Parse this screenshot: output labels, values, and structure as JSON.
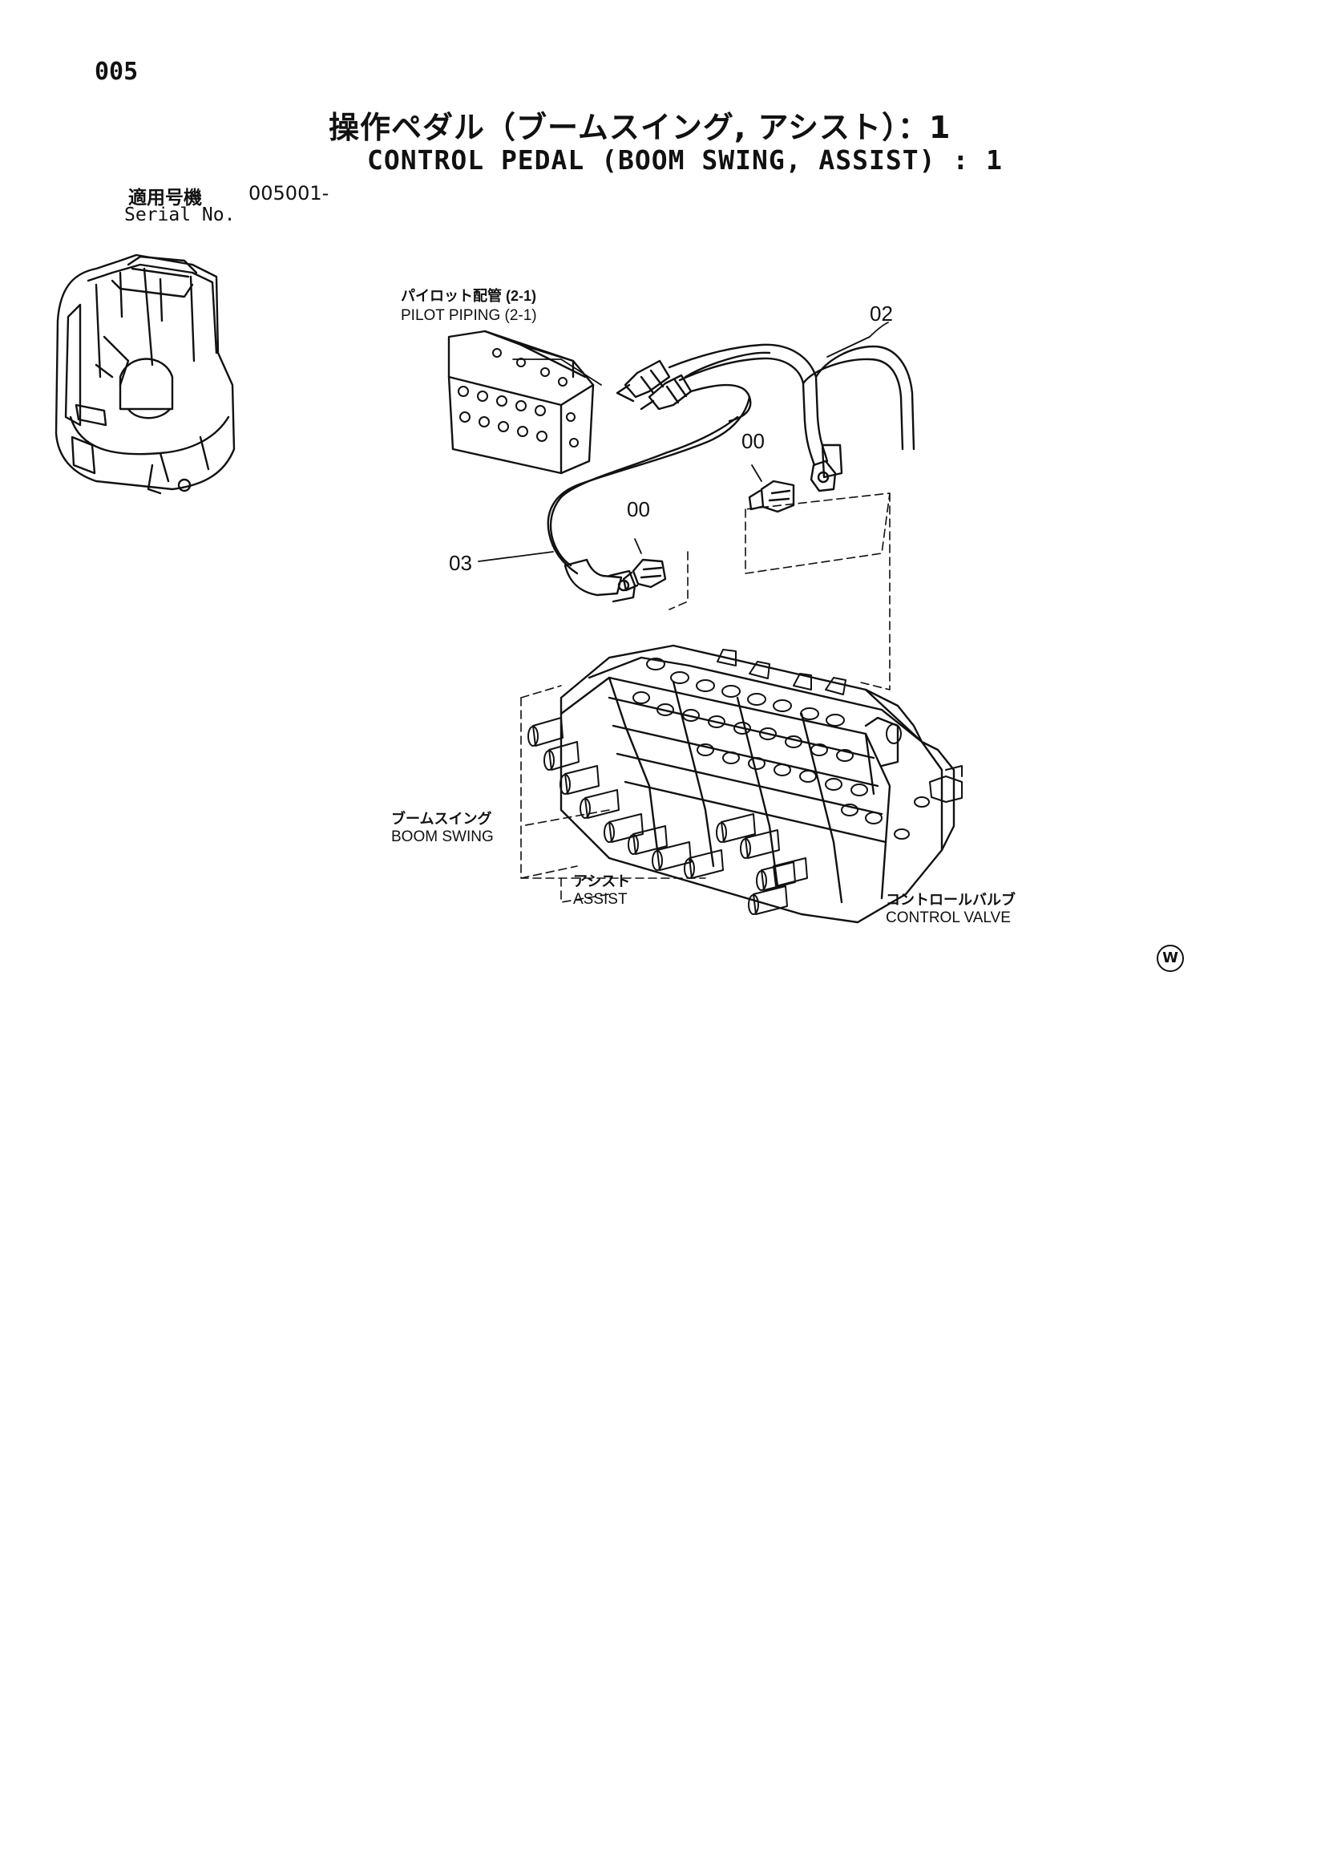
{
  "header": {
    "page_number": "005",
    "title_jp": "操作ペダル（ブームスイング, アシスト）：1",
    "title_en": "CONTROL PEDAL (BOOM SWING, ASSIST) : 1",
    "serial_label_jp": "適用号機",
    "serial_label_en": "Serial No.",
    "serial_value": "005001-"
  },
  "diagram": {
    "labels": {
      "pilot_piping_jp": "パイロット配管 (2-1)",
      "pilot_piping_en": "PILOT PIPING (2-1)",
      "boom_swing_jp": "ブームスイング",
      "boom_swing_en": "BOOM SWING",
      "assist_jp": "アシスト",
      "assist_en": "ASSIST",
      "control_valve_jp": "コントロールバルブ",
      "control_valve_en": "CONTROL VALVE"
    },
    "part_numbers": {
      "hose_upper": "02",
      "hose_lower": "03",
      "fitting_right": "00",
      "fitting_left": "00"
    }
  },
  "footer": {
    "mark": "W"
  }
}
